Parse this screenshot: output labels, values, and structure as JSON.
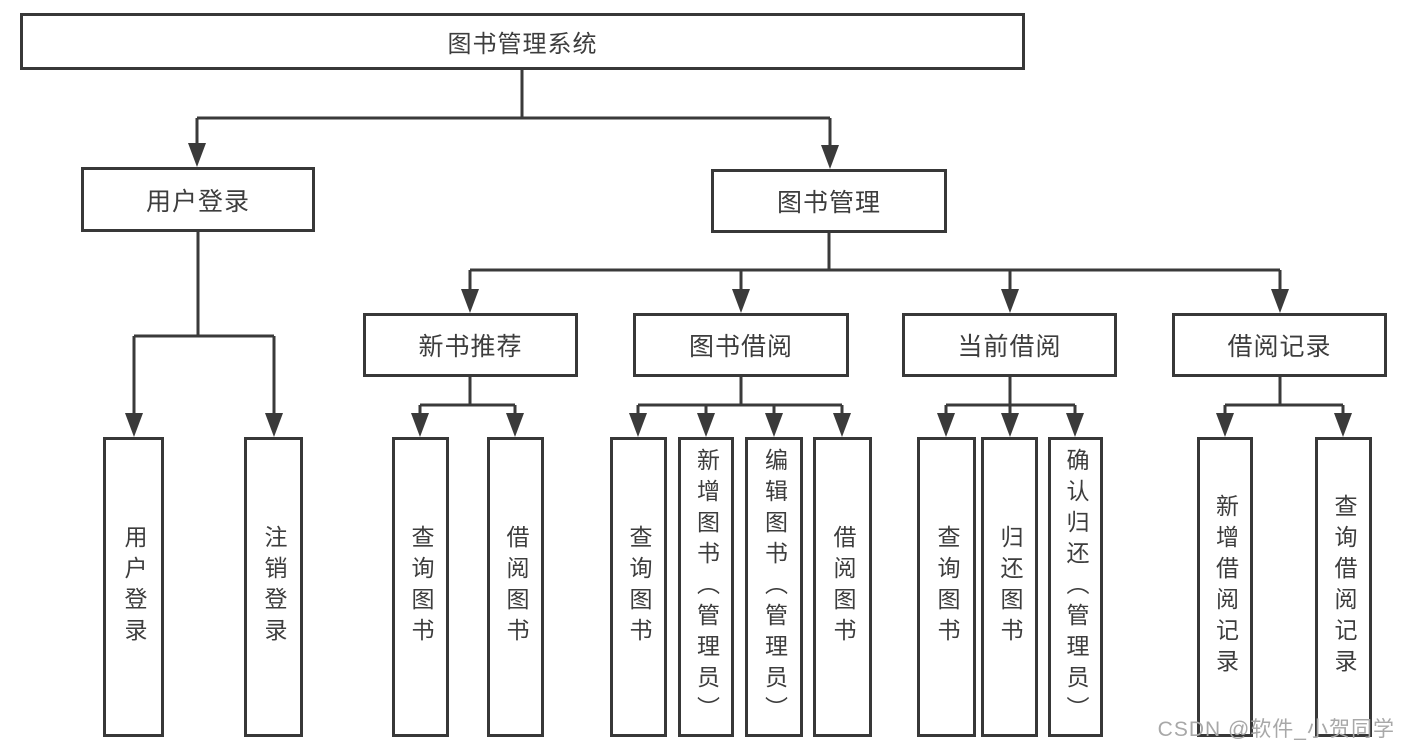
{
  "diagram": {
    "root": {
      "label": "图书管理系统"
    },
    "user_login_branch": {
      "label": "用户登录",
      "children": {
        "login": {
          "label": "用户登录"
        },
        "logout": {
          "label": "注销登录"
        }
      }
    },
    "book_management_branch": {
      "label": "图书管理",
      "sections": {
        "new_book_recommendation": {
          "label": "新书推荐",
          "children": {
            "query_books": {
              "label": "查询图书"
            },
            "borrow_books": {
              "label": "借阅图书"
            }
          }
        },
        "book_borrowing": {
          "label": "图书借阅",
          "children": {
            "query_books": {
              "label": "查询图书"
            },
            "add_books_admin": {
              "label": "新增图书（管理员）"
            },
            "edit_books_admin": {
              "label": "编辑图书（管理员）"
            },
            "borrow_books": {
              "label": "借阅图书"
            }
          }
        },
        "current_borrowing": {
          "label": "当前借阅",
          "children": {
            "query_books": {
              "label": "查询图书"
            },
            "return_books": {
              "label": "归还图书"
            },
            "confirm_return_admin": {
              "label": "确认归还（管理员）"
            }
          }
        },
        "borrowing_records": {
          "label": "借阅记录",
          "children": {
            "add_borrow_record": {
              "label": "新增借阅记录"
            },
            "query_borrow_record": {
              "label": "查询借阅记录"
            }
          }
        }
      }
    }
  },
  "watermark": {
    "text": "CSDN @软件_小贺同学"
  },
  "colors": {
    "line": "#3a3a3a",
    "node_border": "#383838",
    "node_text": "#3d3d3d",
    "watermark_text": "#a8a8a8",
    "background": "#ffffff"
  }
}
